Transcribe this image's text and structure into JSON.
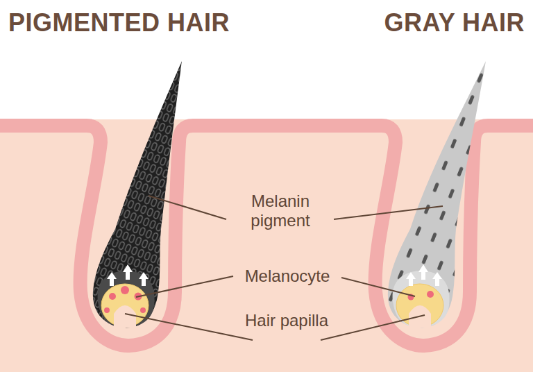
{
  "diagram": {
    "labels": [
      "PIGMENTED HAIR",
      "GRAY HAIR",
      "Melanin pigment",
      "Melanocyte",
      "Hair papilla"
    ]
  }
}
